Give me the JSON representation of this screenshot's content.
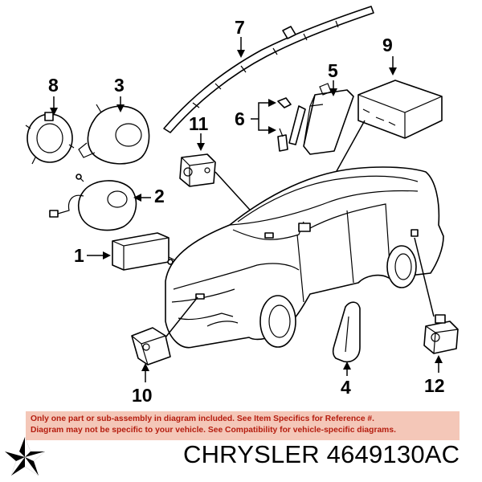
{
  "diagram": {
    "callouts": {
      "c1": "1",
      "c2": "2",
      "c3": "3",
      "c4": "4",
      "c5": "5",
      "c6": "6",
      "c7": "7",
      "c8": "8",
      "c9": "9",
      "c10": "10",
      "c11": "11",
      "c12": "12"
    }
  },
  "disclaimer": {
    "line1": "Only one part or sub-assembly in diagram included. See Item Specifics for Reference #.",
    "line2": "Diagram may not be specific to your vehicle. See Compatibility for vehicle-specific diagrams."
  },
  "footer": {
    "logo_icon": "chrysler-pentastar-icon",
    "caption": "CHRYSLER 4649130AC"
  },
  "colors": {
    "disclaimer_bg": "#f4c7b8",
    "disclaimer_text": "#b51d0f"
  }
}
